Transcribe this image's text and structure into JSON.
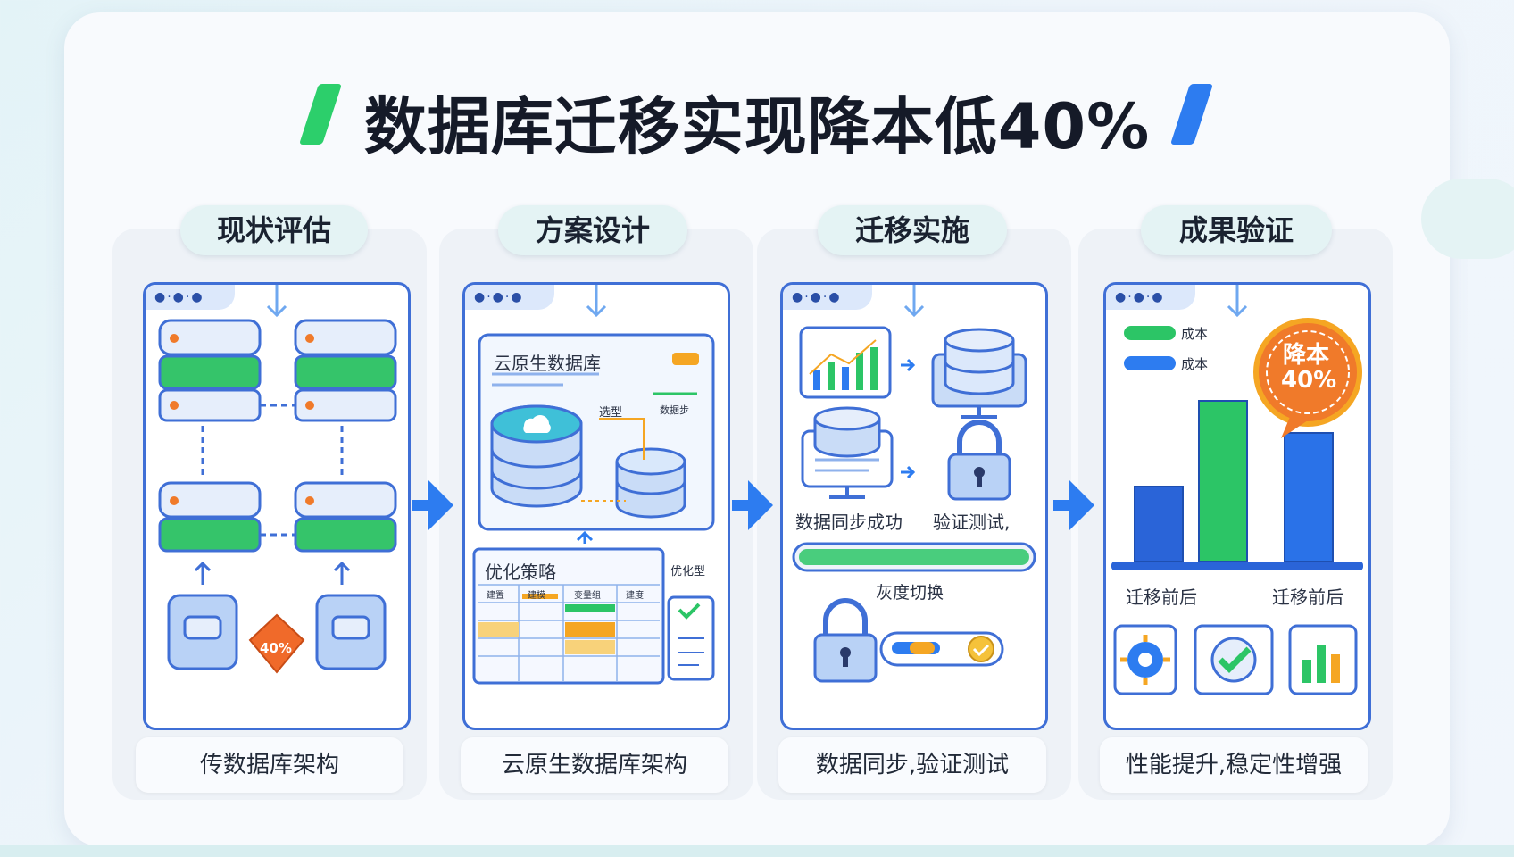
{
  "title": "数据库迁移实现降本低40%",
  "stages": [
    {
      "label": "现状评估",
      "caption": "传数据库架构",
      "badge": "40%"
    },
    {
      "label": "方案设计",
      "caption": "云原生数据库架构",
      "card_title": "云原生数据库",
      "select_label": "选型",
      "sync_label": "数据步",
      "table_title": "优化策略",
      "table_headers": [
        "建置",
        "建模",
        "变量组",
        "建度"
      ],
      "side_label": "优化型"
    },
    {
      "label": "迁移实施",
      "caption": "数据同步,验证测试",
      "sync_label": "数据同步成功",
      "verify_label": "验证测试,",
      "gray_label": "灰度切换"
    },
    {
      "label": "成果验证",
      "caption": "性能提升,稳定性增强",
      "legend": [
        "成本",
        "成本"
      ],
      "badge": [
        "降本",
        "40%"
      ],
      "x_labels": [
        "迁移前后",
        "迁移前后"
      ]
    }
  ],
  "chart_data": {
    "type": "bar",
    "categories": [
      "",
      "",
      ""
    ],
    "values": [
      0.42,
      0.9,
      0.72
    ],
    "colors": [
      "#2a64d8",
      "#2cc566",
      "#2a72e8"
    ]
  },
  "colors": {
    "green": "#2ccf6b",
    "blue": "#2d7cf0",
    "frame": "#3f6fd6"
  }
}
